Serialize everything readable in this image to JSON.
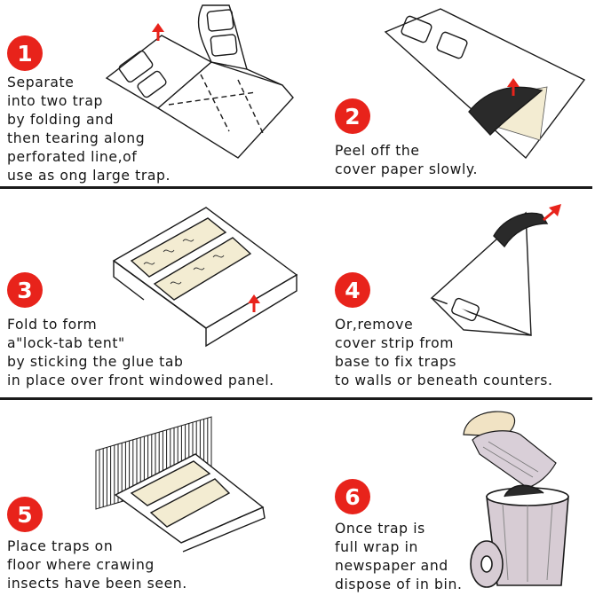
{
  "colors": {
    "accent": "#e8231b",
    "line": "#1a1a1a",
    "glue": "#f3ecd2"
  },
  "steps": [
    {
      "number": "1",
      "text": "Separate\ninto two trap\nby folding and\nthen tearing along\nperforated line,of\nuse as ong large trap."
    },
    {
      "number": "2",
      "text": "Peel off the\ncover paper slowly."
    },
    {
      "number": "3",
      "text": "Fold to form\na\"lock-tab tent\"\nby sticking the glue tab\nin place over front windowed panel."
    },
    {
      "number": "4",
      "text": "Or,remove\ncover strip from\nbase to fix traps\nto walls or beneath counters."
    },
    {
      "number": "5",
      "text": "Place traps on\nfloor where crawing\ninsects have been seen."
    },
    {
      "number": "6",
      "text": "Once trap is\nfull wrap in\nnewspaper and\ndispose of  in bin."
    }
  ]
}
